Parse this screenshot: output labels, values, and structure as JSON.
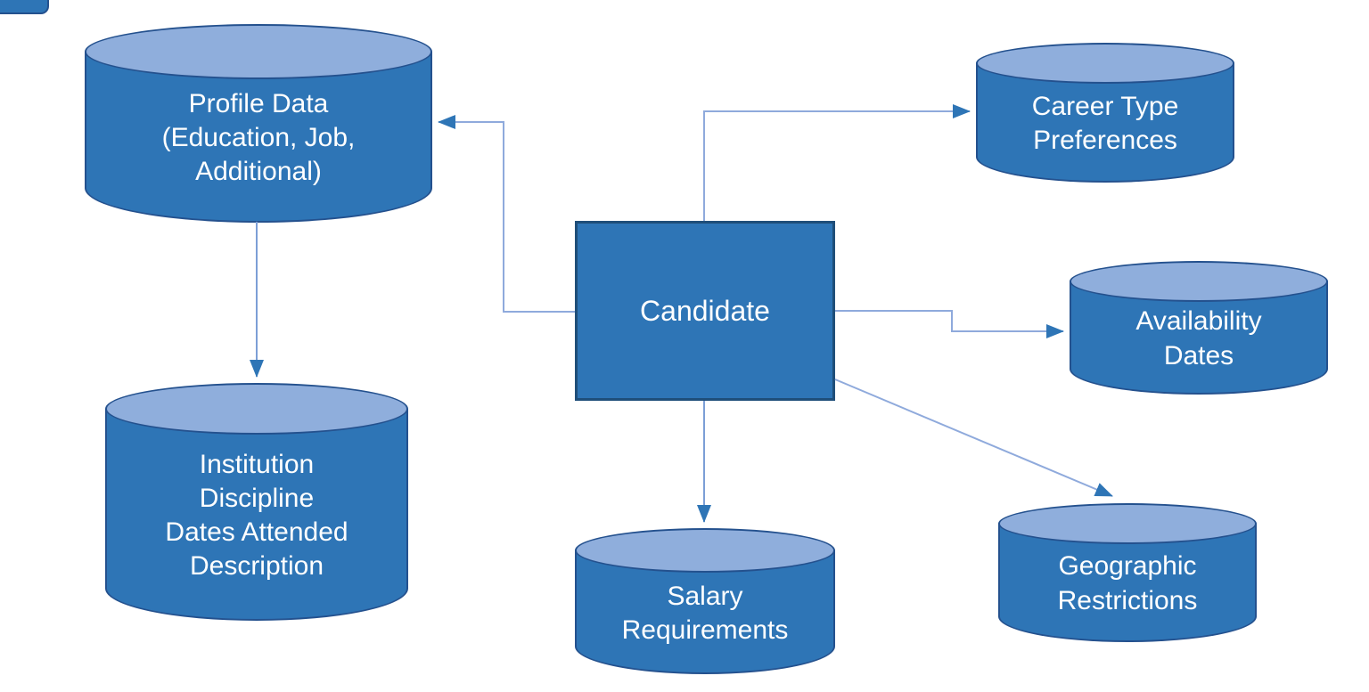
{
  "diagram": {
    "center": {
      "label": "Candidate"
    },
    "stores": {
      "profile": {
        "label": "Profile Data\n(Education, Job,\nAdditional)"
      },
      "institution": {
        "label": "Institution\nDiscipline\nDates Attended\nDescription"
      },
      "career": {
        "label": "Career Type\nPreferences"
      },
      "availability": {
        "label": "Availability\nDates"
      },
      "geographic": {
        "label": "Geographic\nRestrictions"
      },
      "salary": {
        "label": "Salary\nRequirements"
      }
    },
    "colors": {
      "shape_fill": "#2E75B6",
      "cylinder_top_fill": "#8FAEDC",
      "shape_edge": "#24518E",
      "center_edge": "#1F4E79",
      "connector_line": "#8FAADC",
      "arrowhead": "#2E75B6",
      "label_text": "#FFFFFF"
    }
  }
}
